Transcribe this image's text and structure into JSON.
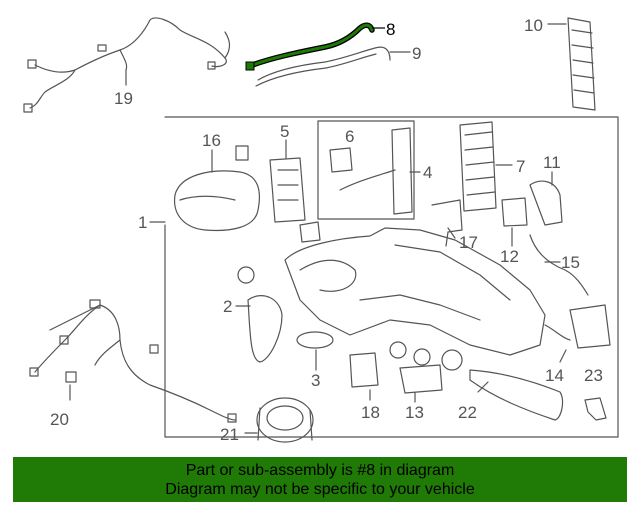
{
  "callouts": {
    "c1": "1",
    "c2": "2",
    "c3": "3",
    "c4": "4",
    "c5": "5",
    "c6": "6",
    "c7": "7",
    "c8": "8",
    "c9": "9",
    "c10": "10",
    "c11": "11",
    "c12": "12",
    "c13": "13",
    "c14": "14",
    "c15": "15",
    "c16": "16",
    "c17": "17",
    "c18": "18",
    "c19": "19",
    "c20": "20",
    "c21": "21",
    "c22": "22",
    "c23": "23"
  },
  "banner": {
    "line1": "Part or sub-assembly is #8 in diagram",
    "line2": "Diagram may not be specific to your vehicle"
  },
  "colors": {
    "highlight": "#1e7a06",
    "banner": "#207a06",
    "stroke": "#555555"
  }
}
